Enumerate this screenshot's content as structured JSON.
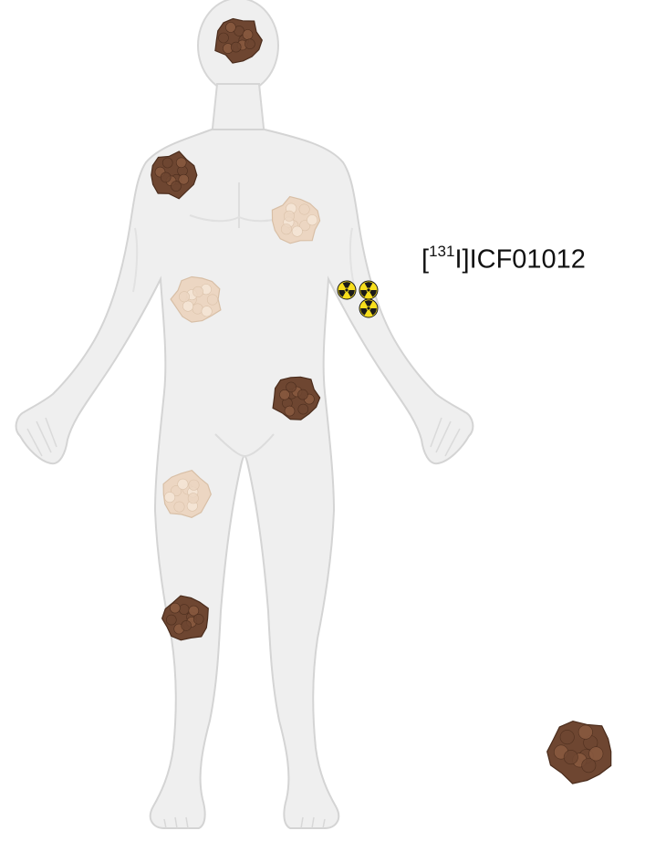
{
  "tracer": {
    "bracket_open": "[",
    "isotope_mass": "131",
    "element": "I",
    "bracket_close": "]",
    "compound": "ICF01012"
  },
  "colors": {
    "body_fill": "#efefef",
    "body_outline": "#d4d4d4",
    "pigmented_lesion": "#6e4631",
    "amelanotic_lesion": "#ecd6c2",
    "radiation_yellow": "#f7de1c",
    "radiation_black": "#1a1a1a"
  },
  "lesions": [
    {
      "id": "head",
      "type": "pigmented"
    },
    {
      "id": "right-shoulder",
      "type": "pigmented"
    },
    {
      "id": "left-chest",
      "type": "amelanotic"
    },
    {
      "id": "right-abdomen",
      "type": "amelanotic"
    },
    {
      "id": "left-hip",
      "type": "pigmented"
    },
    {
      "id": "right-thigh",
      "type": "amelanotic"
    },
    {
      "id": "right-knee",
      "type": "pigmented"
    },
    {
      "id": "isolated",
      "type": "pigmented"
    }
  ],
  "icons": [
    "radiation-icon",
    "radiation-icon",
    "radiation-icon"
  ]
}
